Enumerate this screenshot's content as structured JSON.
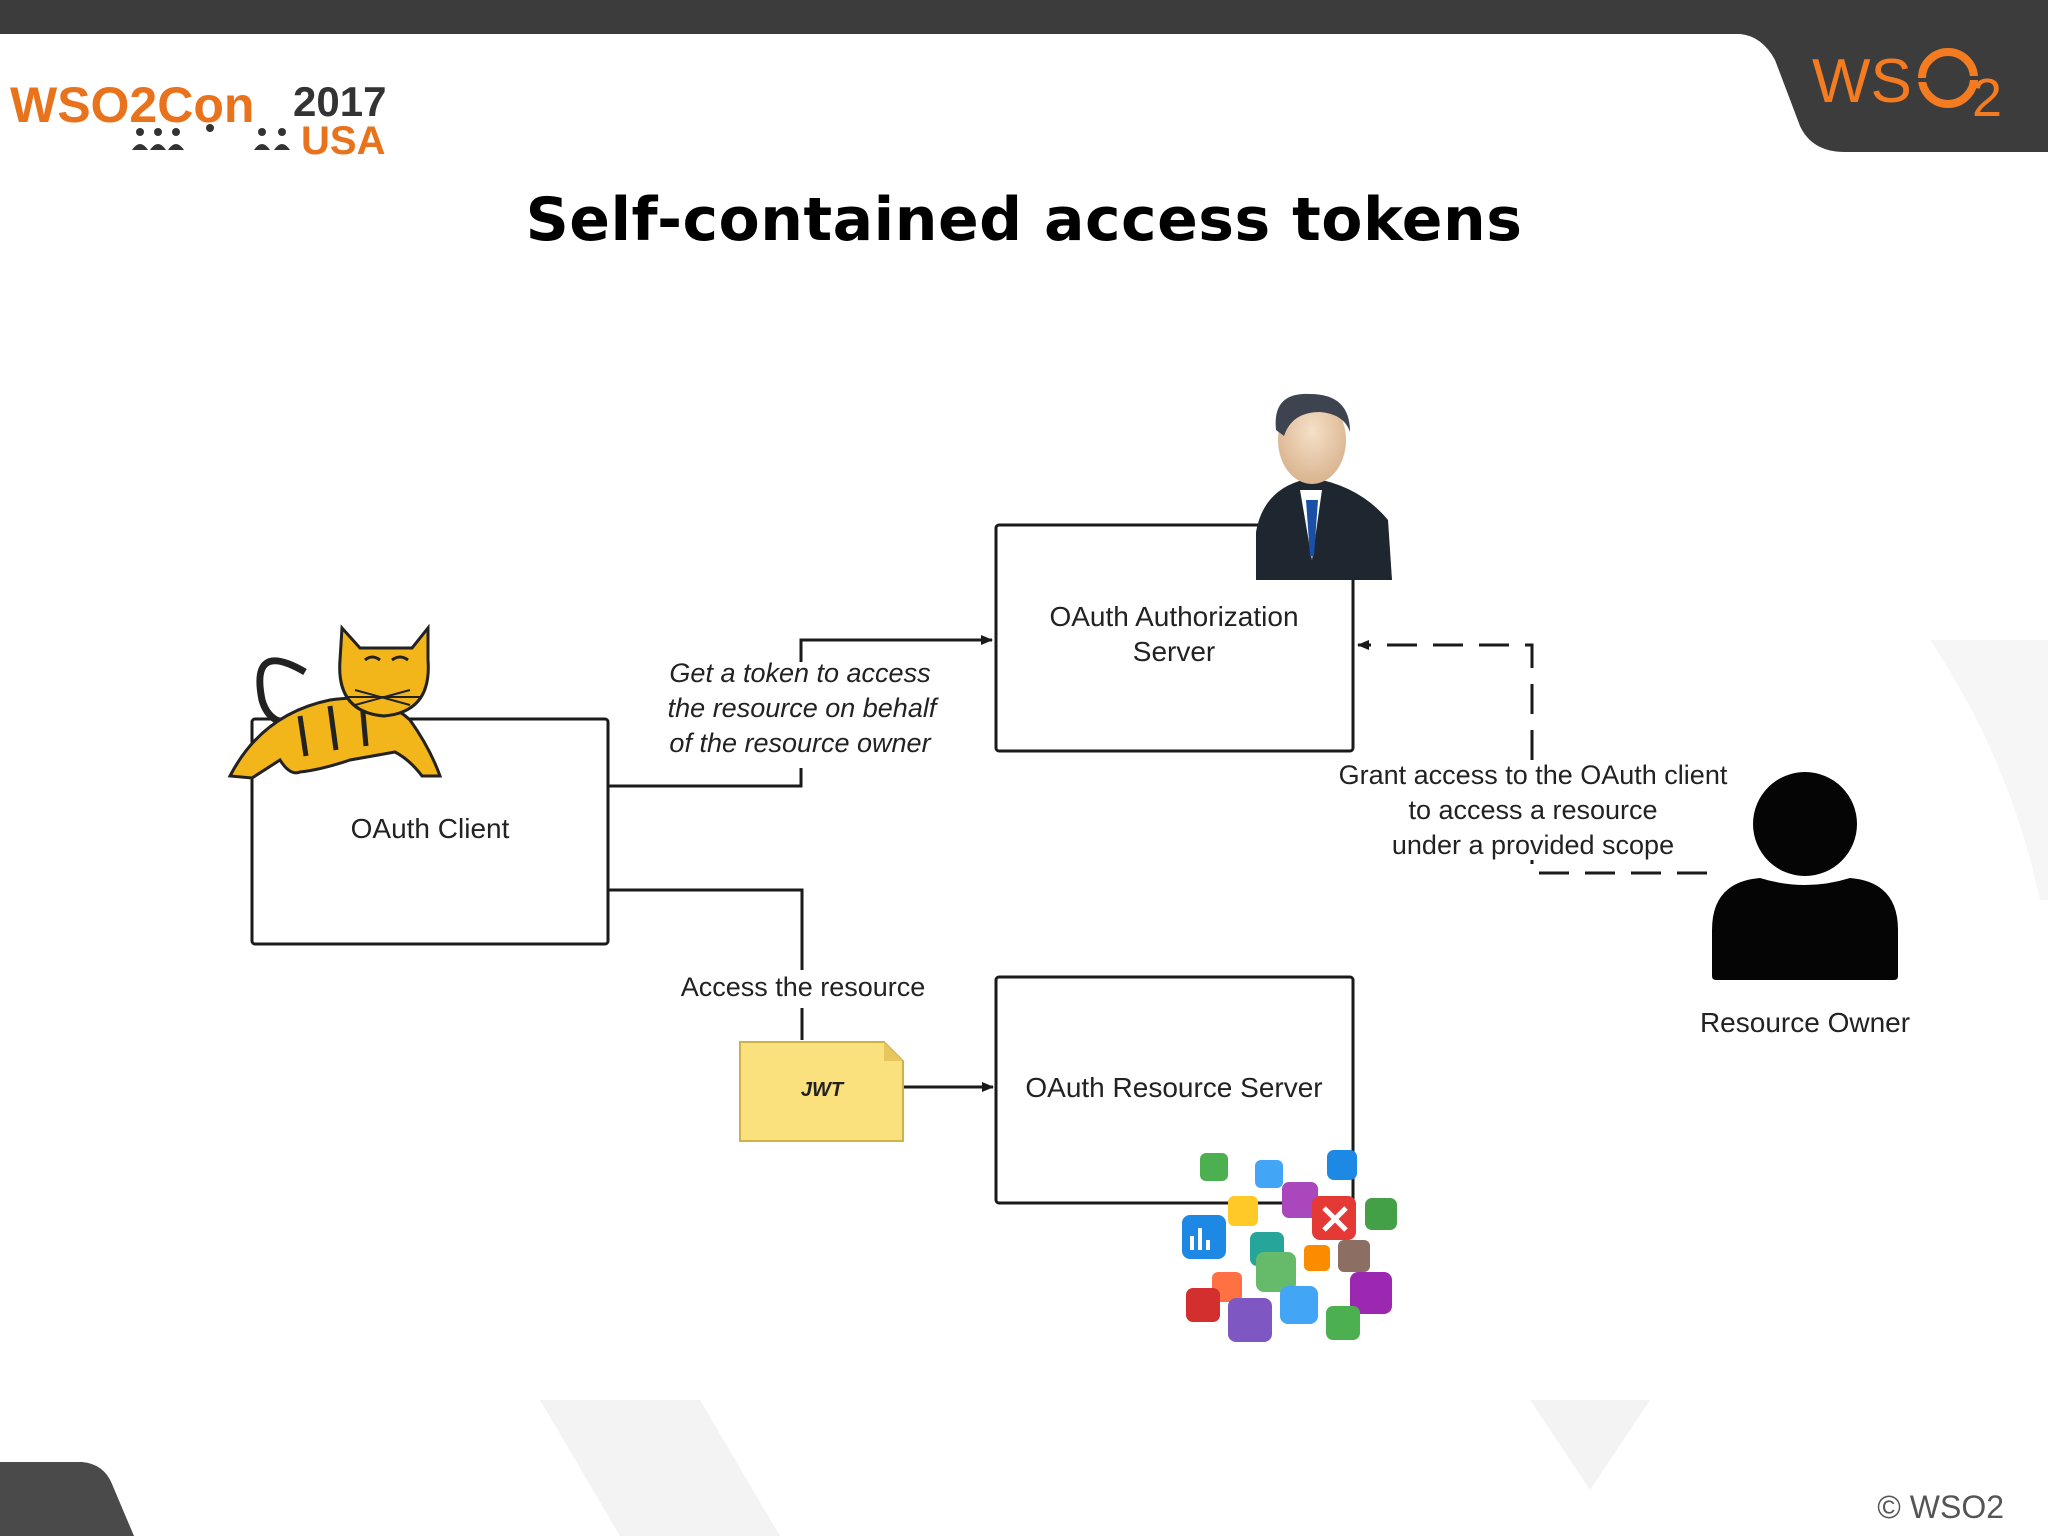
{
  "slide": {
    "title": "Self-contained access tokens",
    "copyright": "© WSO2"
  },
  "branding": {
    "event_logo": {
      "name": "WSO2Con",
      "year": "2017",
      "region": "USA"
    },
    "company_logo": {
      "text_left": "WS",
      "subscript": "2"
    }
  },
  "diagram": {
    "nodes": {
      "oauth_client": {
        "label": "OAuth Client",
        "icon": "tomcat-cat-icon"
      },
      "auth_server": {
        "label_lines": [
          "OAuth Authorization",
          "Server"
        ],
        "icon": "businessman-icon"
      },
      "resource_server": {
        "label": "OAuth Resource Server",
        "icon": "app-icons-cluster"
      },
      "resource_owner": {
        "label": "Resource Owner",
        "icon": "user-silhouette-icon"
      },
      "jwt_document": {
        "label": "JWT",
        "icon": "document-icon"
      }
    },
    "flows": {
      "get_token": {
        "lines": [
          "Get a token to access",
          "the resource on behalf",
          "of the resource owner"
        ],
        "style": "solid"
      },
      "grant_access": {
        "lines": [
          "Grant access to the OAuth client",
          "to access a resource",
          "under a provided scope"
        ],
        "style": "dashed"
      },
      "access_resource": {
        "label": "Access the resource",
        "style": "solid"
      }
    }
  },
  "colors": {
    "top_bar": "#3c3c3c",
    "wso2_orange": "#f47b20",
    "jwt_fill": "#fbe07e",
    "tomcat_yellow": "#f2b51a",
    "line": "#1a1a1a"
  }
}
